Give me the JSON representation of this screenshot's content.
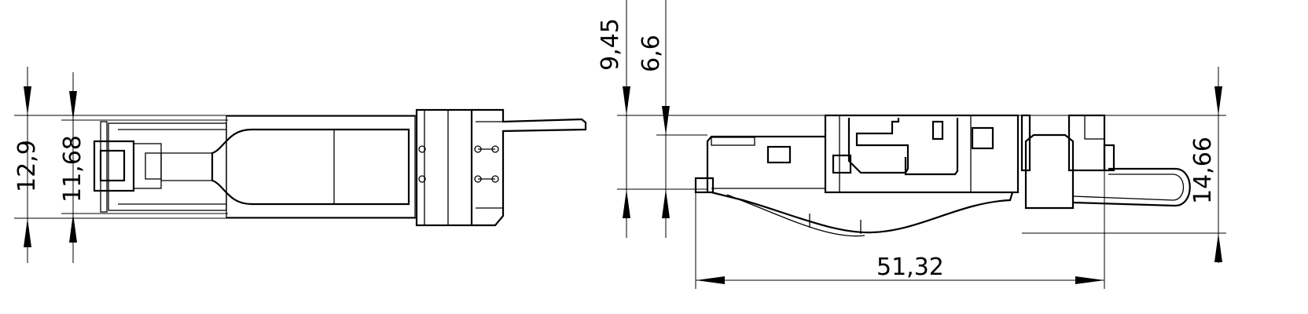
{
  "dimensions": {
    "front_outer_height": "12,9",
    "front_inner_height": "11,68",
    "side_top_offset": "9,45",
    "side_inner_offset": "6,6",
    "side_total_height": "14,66",
    "side_length": "51,32"
  },
  "colors": {
    "line": "#000000",
    "background": "#ffffff"
  }
}
